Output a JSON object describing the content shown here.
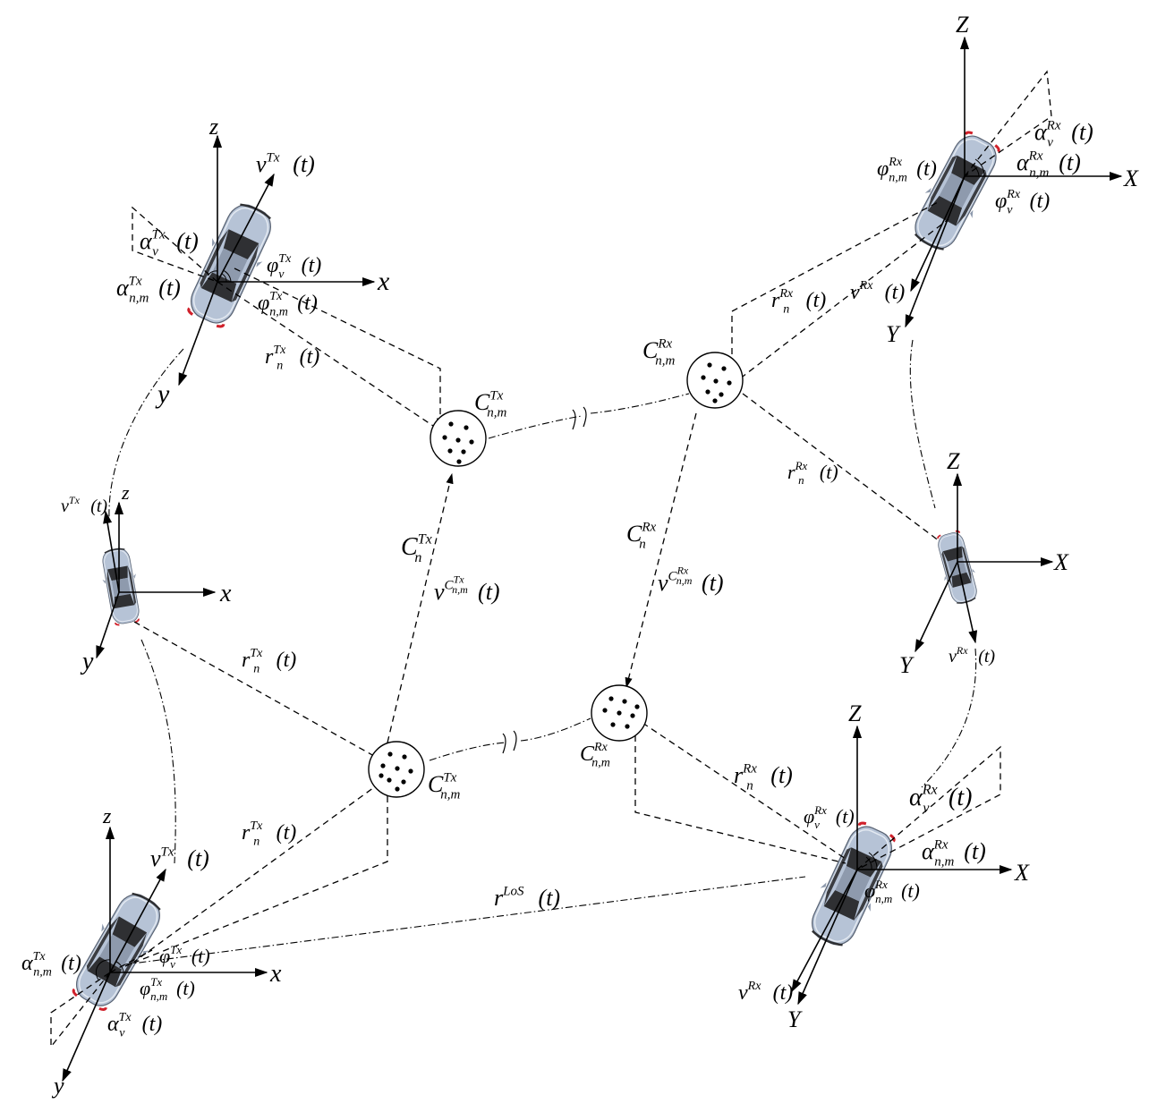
{
  "axes": {
    "tx": {
      "x": "x",
      "y": "y",
      "z": "z"
    },
    "rx": {
      "x": "X",
      "y": "Y",
      "z": "Z"
    }
  },
  "labels": {
    "v_tx_top": {
      "base": "v",
      "sup": "Tx",
      "arg": "(t)"
    },
    "alpha_v_tx_top": {
      "base": "α",
      "sup": "Tx",
      "sub": "v",
      "arg": "(t)"
    },
    "phi_v_tx_top": {
      "base": "φ",
      "sup": "Tx",
      "sub": "v",
      "arg": "(t)"
    },
    "alpha_nm_tx_top": {
      "base": "α",
      "sup": "Tx",
      "sub": "n,m",
      "arg": "(t)"
    },
    "phi_nm_tx_top": {
      "base": "φ",
      "sup": "Tx",
      "sub": "n,m",
      "arg": "(t)"
    },
    "r_n_tx_top": {
      "base": "r",
      "sup": "Tx",
      "sub": "n",
      "arg": "(t)"
    },
    "c_nm_tx_top": {
      "base": "C",
      "sup": "Tx",
      "sub": "n,m"
    },
    "c_nm_rx_top": {
      "base": "C",
      "sup": "Rx",
      "sub": "n,m"
    },
    "alpha_v_rx_top": {
      "base": "α",
      "sup": "Rx",
      "sub": "v",
      "arg": "(t)"
    },
    "phi_nm_rx_top": {
      "base": "φ",
      "sup": "Rx",
      "sub": "n,m",
      "arg": "(t)"
    },
    "alpha_nm_rx_top": {
      "base": "α",
      "sup": "Rx",
      "sub": "n,m",
      "arg": "(t)"
    },
    "phi_v_rx_top": {
      "base": "φ",
      "sup": "Rx",
      "sub": "v",
      "arg": "(t)"
    },
    "r_n_rx_top": {
      "base": "r",
      "sup": "Rx",
      "sub": "n",
      "arg": "(t)"
    },
    "v_rx_top": {
      "base": "v",
      "sup": "Rx",
      "arg": "(t)"
    },
    "v_tx_mid": {
      "base": "v",
      "sup": "Tx",
      "arg": "(t)"
    },
    "c_n_tx": {
      "base": "C",
      "sup": "Tx",
      "sub": "n"
    },
    "v_c_tx": {
      "base": "v",
      "sup": "C",
      "supsup": "Tx",
      "supsub": "n,m",
      "arg": "(t)"
    },
    "c_n_rx": {
      "base": "C",
      "sup": "Rx",
      "sub": "n"
    },
    "v_c_rx": {
      "base": "v",
      "sup": "C",
      "supsup": "Rx",
      "supsub": "n,m",
      "arg": "(t)"
    },
    "r_n_rx_mid": {
      "base": "r",
      "sup": "Rx",
      "sub": "n",
      "arg": "(t)"
    },
    "v_rx_mid": {
      "base": "v",
      "sup": "Rx",
      "arg": "(t)"
    },
    "r_n_tx_mid": {
      "base": "r",
      "sup": "Tx",
      "sub": "n",
      "arg": "(t)"
    },
    "c_nm_tx_bot": {
      "base": "C",
      "sup": "Tx",
      "sub": "n,m"
    },
    "c_nm_rx_bot": {
      "base": "C",
      "sup": "Rx",
      "sub": "n,m"
    },
    "r_n_rx_bot": {
      "base": "r",
      "sup": "Rx",
      "sub": "n",
      "arg": "(t)"
    },
    "r_n_tx_bot": {
      "base": "r",
      "sup": "Tx",
      "sub": "n",
      "arg": "(t)"
    },
    "r_los": {
      "base": "r",
      "sup": "LoS",
      "arg": "(t)"
    },
    "v_tx_bot": {
      "base": "v",
      "sup": "Tx",
      "arg": "(t)"
    },
    "phi_v_tx_bot": {
      "base": "φ",
      "sup": "Tx",
      "sub": "v",
      "arg": "(t)"
    },
    "alpha_nm_tx_bot": {
      "base": "α",
      "sup": "Tx",
      "sub": "n,m",
      "arg": "(t)"
    },
    "phi_nm_tx_bot": {
      "base": "φ",
      "sup": "Tx",
      "sub": "n,m",
      "arg": "(t)"
    },
    "alpha_v_tx_bot": {
      "base": "α",
      "sup": "Tx",
      "sub": "v",
      "arg": "(t)"
    },
    "alpha_v_rx_bot": {
      "base": "α",
      "sup": "Rx",
      "sub": "v",
      "arg": "(t)"
    },
    "phi_v_rx_bot": {
      "base": "φ",
      "sup": "Rx",
      "sub": "v",
      "arg": "(t)"
    },
    "alpha_nm_rx_bot": {
      "base": "α",
      "sup": "Rx",
      "sub": "n,m",
      "arg": "(t)"
    },
    "phi_nm_rx_bot": {
      "base": "φ",
      "sup": "Rx",
      "sub": "n,m",
      "arg": "(t)"
    },
    "v_rx_bot": {
      "base": "v",
      "sup": "Rx",
      "arg": "(t)"
    }
  },
  "colors": {
    "car_body": "#b6c3d6",
    "car_dark": "#2f3033",
    "car_light": "#e3e9f1",
    "tail_light": "#d0202a",
    "line": "#000000"
  }
}
